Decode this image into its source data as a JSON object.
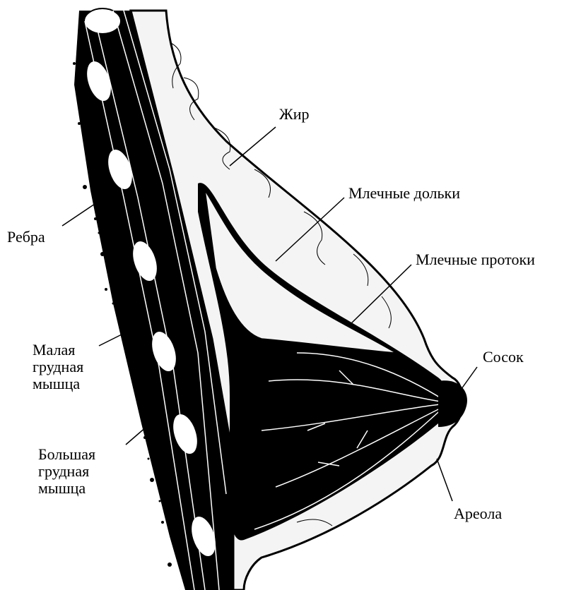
{
  "diagram": {
    "labels": {
      "fat": "Жир",
      "lobules": "Млечные дольки",
      "ducts": "Млечные протоки",
      "ribs": "Ребра",
      "nipple": "Сосок",
      "pec_minor": "Малая\nгрудная\nмышца",
      "pec_major": "Большая\nгрудная\nмышца",
      "areola": "Ареола"
    },
    "colors": {
      "ink": "#000000",
      "paper": "#ffffff",
      "tissue": "#f4f4f4"
    }
  }
}
